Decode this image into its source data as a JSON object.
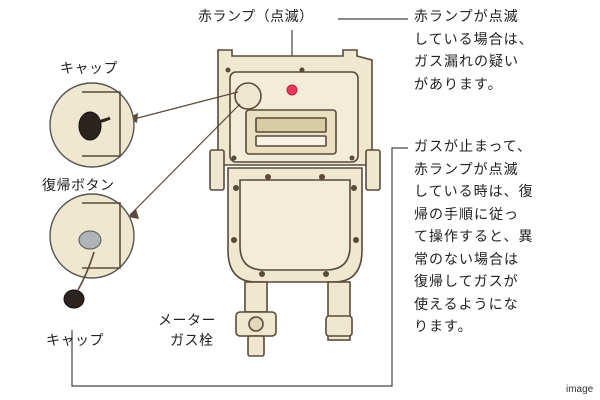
{
  "labels": {
    "red_lamp": "赤ランプ（点滅）",
    "cap_top": "キャップ",
    "reset_button": "復帰ボタン",
    "cap_bottom": "キャップ",
    "meter_valve_line1": "メーター",
    "meter_valve_line2": "ガス栓"
  },
  "notes": {
    "leak_warning": "赤ランプが点滅\nしている場合は、\nガス漏れの疑い\nがあります。",
    "reset_instruction": "ガスが止まって、\n赤ランプが点滅\nしている時は、復\n帰の手順に従っ\nて操作すると、異\n常のない場合は\n復帰してガスが\n使えるようにな\nります。"
  },
  "watermark": "image",
  "colors": {
    "meter_body": "#efe7cf",
    "outline": "#5a4a3a",
    "lamp": "#e8395a",
    "knob_dark": "#2b2420",
    "button_gray": "#b0b4b8"
  }
}
